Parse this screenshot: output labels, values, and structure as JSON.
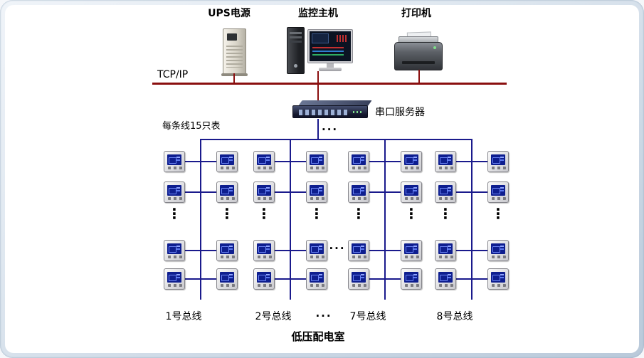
{
  "devices": {
    "ups_label": "UPS电源",
    "host_label": "监控主机",
    "printer_label": "打印机",
    "serial_server_label": "串口服务器"
  },
  "network": {
    "tcpip_label": "TCP/IP",
    "meters_note": "每条线15只表",
    "server_ellipsis": "...",
    "mid_ellipsis": "...",
    "labels_ellipsis": "...",
    "column_dots": "⋮"
  },
  "buses": [
    {
      "label": "1号总线"
    },
    {
      "label": "2号总线"
    },
    {
      "label": "7号总线"
    },
    {
      "label": "8号总线"
    }
  ],
  "meter_rows_visible": 4,
  "footer": {
    "room_label": "低压配电室"
  },
  "colors": {
    "tcpip_line": "#8a0f0f",
    "bus_line": "#1a1a8c",
    "meter_screen": "#0e1e8f",
    "frame_edge": "#b9c9da"
  }
}
